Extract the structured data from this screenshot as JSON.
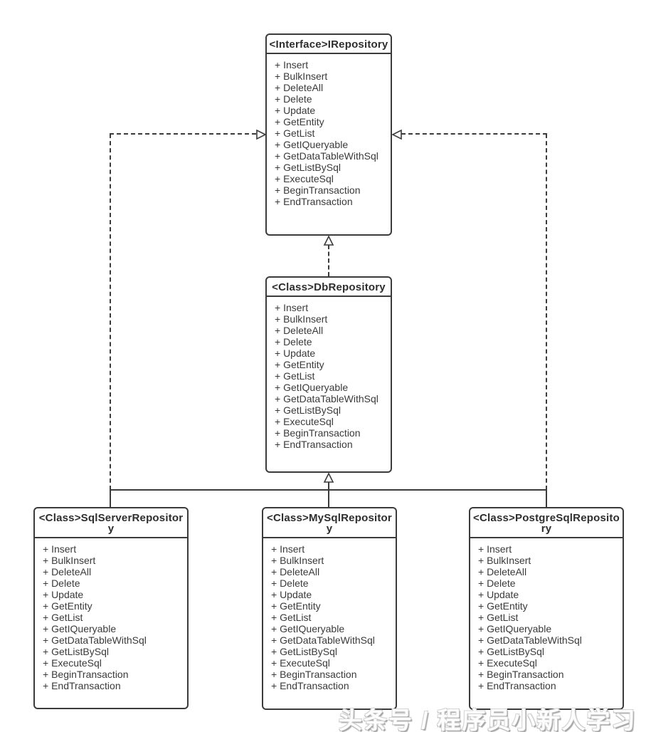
{
  "diagram": {
    "type": "uml-class-diagram",
    "background_color": "#ffffff",
    "line_color": "#3b3b3b",
    "classes": [
      {
        "id": "irepository",
        "kind": "interface",
        "title": "<Interface>IRepository",
        "methods": [
          "+ Insert",
          "+ BulkInsert",
          "+ DeleteAll",
          "+ Delete",
          "+ Update",
          "+ GetEntity",
          "+ GetList",
          "+ GetIQueryable",
          "+ GetDataTableWithSql",
          "+ GetListBySql",
          "+ ExecuteSql",
          "+ BeginTransaction",
          "+ EndTransaction"
        ]
      },
      {
        "id": "dbrepository",
        "kind": "class",
        "title": "<Class>DbRepository",
        "methods": [
          "+ Insert",
          "+ BulkInsert",
          "+ DeleteAll",
          "+ Delete",
          "+ Update",
          "+ GetEntity",
          "+ GetList",
          "+ GetIQueryable",
          "+ GetDataTableWithSql",
          "+ GetListBySql",
          "+ ExecuteSql",
          "+ BeginTransaction",
          "+ EndTransaction"
        ]
      },
      {
        "id": "sqlserverrepository",
        "kind": "class",
        "title": "<Class>SqlServerRepository",
        "methods": [
          "+ Insert",
          "+ BulkInsert",
          "+ DeleteAll",
          "+ Delete",
          "+ Update",
          "+ GetEntity",
          "+ GetList",
          "+ GetIQueryable",
          "+ GetDataTableWithSql",
          "+ GetListBySql",
          "+ ExecuteSql",
          "+ BeginTransaction",
          "+ EndTransaction"
        ]
      },
      {
        "id": "mysqlrepository",
        "kind": "class",
        "title": "<Class>MySqlRepository",
        "methods": [
          "+ Insert",
          "+ BulkInsert",
          "+ DeleteAll",
          "+ Delete",
          "+ Update",
          "+ GetEntity",
          "+ GetList",
          "+ GetIQueryable",
          "+ GetDataTableWithSql",
          "+ GetListBySql",
          "+ ExecuteSql",
          "+ BeginTransaction",
          "+ EndTransaction"
        ]
      },
      {
        "id": "postgresqlrepository",
        "kind": "class",
        "title": "<Class>PostgreSqlRepository",
        "methods": [
          "+ Insert",
          "+ BulkInsert",
          "+ DeleteAll",
          "+ Delete",
          "+ Update",
          "+ GetEntity",
          "+ GetList",
          "+ GetIQueryable",
          "+ GetDataTableWithSql",
          "+ GetListBySql",
          "+ ExecuteSql",
          "+ BeginTransaction",
          "+ EndTransaction"
        ]
      }
    ],
    "relations": [
      {
        "from": "DbRepository",
        "to": "IRepository",
        "type": "dashed-realization-arrow"
      },
      {
        "from": "SqlServerRepository",
        "to": "IRepository",
        "type": "dashed-realization-arrow"
      },
      {
        "from": "PostgreSqlRepository",
        "to": "IRepository",
        "type": "dashed-realization-arrow"
      },
      {
        "from": "SqlServerRepository",
        "to": "DbRepository",
        "type": "solid-generalization"
      },
      {
        "from": "MySqlRepository",
        "to": "DbRepository",
        "type": "solid-generalization"
      },
      {
        "from": "PostgreSqlRepository",
        "to": "DbRepository",
        "type": "solid-generalization"
      }
    ],
    "watermark": "头条号 / 程序员小新人学习"
  }
}
